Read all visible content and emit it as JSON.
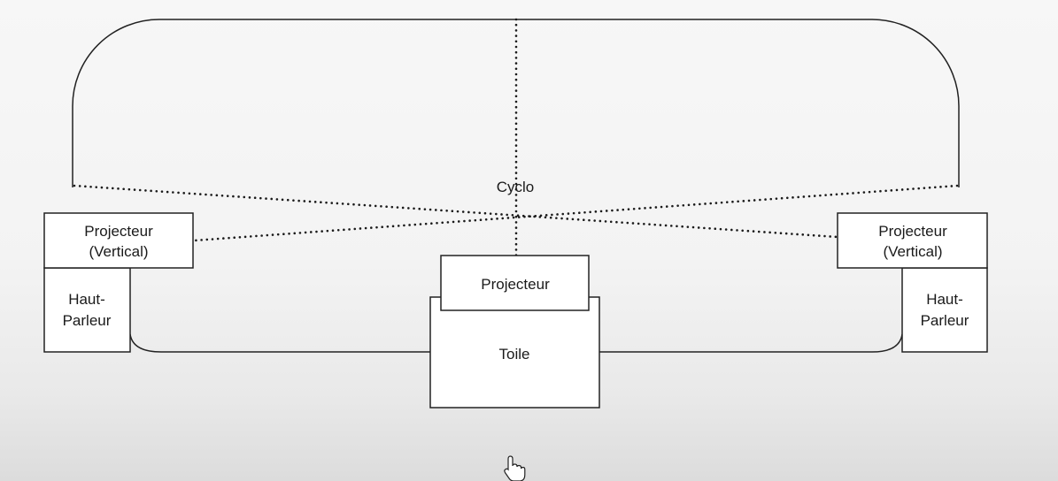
{
  "diagram": {
    "cyclo_label": "Cyclo",
    "left_projector": {
      "line1": "Projecteur",
      "line2": "(Vertical)"
    },
    "right_projector": {
      "line1": "Projecteur",
      "line2": "(Vertical)"
    },
    "left_speaker": {
      "line1": "Haut-",
      "line2": "Parleur"
    },
    "right_speaker": {
      "line1": "Haut-",
      "line2": "Parleur"
    },
    "center_projector_label": "Projecteur",
    "screen_label": "Toile"
  },
  "icons": {
    "cursor": "hand-pointer-icon"
  }
}
